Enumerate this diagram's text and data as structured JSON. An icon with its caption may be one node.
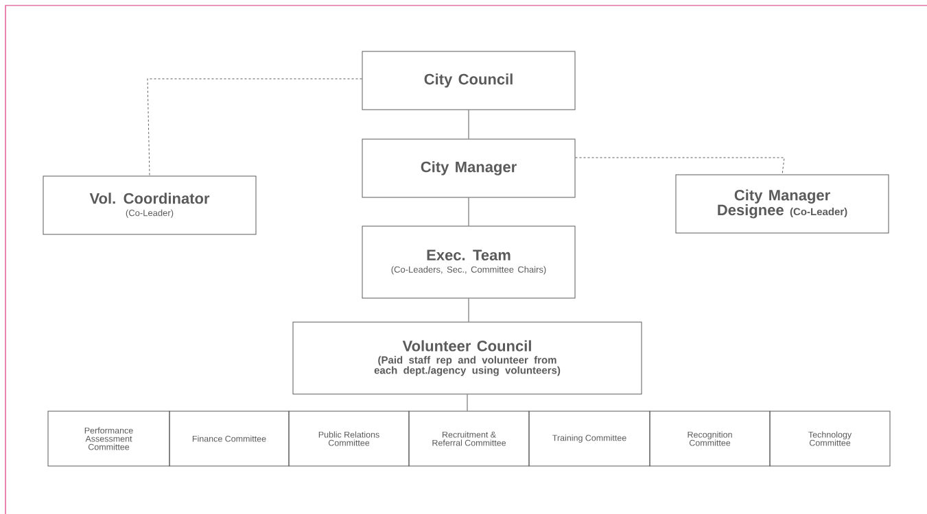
{
  "diagram": {
    "nodes": [
      {
        "text": [
          "City Council"
        ]
      },
      {
        "text": [
          "Vol. Coordinator",
          "(Co-Leader)"
        ]
      },
      {
        "text": [
          "City Manager"
        ]
      },
      {
        "text": [
          "City Manager Designee",
          "(Co-Leader)"
        ]
      },
      {
        "text": [
          "Exec. Team",
          "(Co-Leaders, Sec., Committee Chairs)"
        ]
      },
      {
        "text": [
          "Volunteer Council",
          "(Paid staff rep and volunteer from each dept./agency using volunteers)"
        ]
      },
      {
        "text": [
          "Performance Assessment Committee"
        ]
      },
      {
        "text": [
          "Finance Committee"
        ]
      },
      {
        "text": [
          "Public Relations Committee"
        ]
      },
      {
        "text": [
          "Recruitment & Referral Committee"
        ]
      },
      {
        "text": [
          "Training Committee"
        ]
      },
      {
        "text": [
          "Recognition Committee"
        ]
      },
      {
        "text": [
          "Technology Committee"
        ]
      }
    ],
    "edges": [
      {
        "from": 0,
        "to": 1,
        "arrow": "none",
        "style": "dashed"
      },
      {
        "from": 0,
        "to": 2,
        "arrow": "none"
      },
      {
        "from": 2,
        "to": 3,
        "arrow": "none",
        "style": "dashed"
      },
      {
        "from": 2,
        "to": 4,
        "arrow": "none"
      },
      {
        "from": 4,
        "to": 5,
        "arrow": "none"
      },
      {
        "from": 5,
        "to": 9,
        "arrow": "none"
      }
    ]
  }
}
